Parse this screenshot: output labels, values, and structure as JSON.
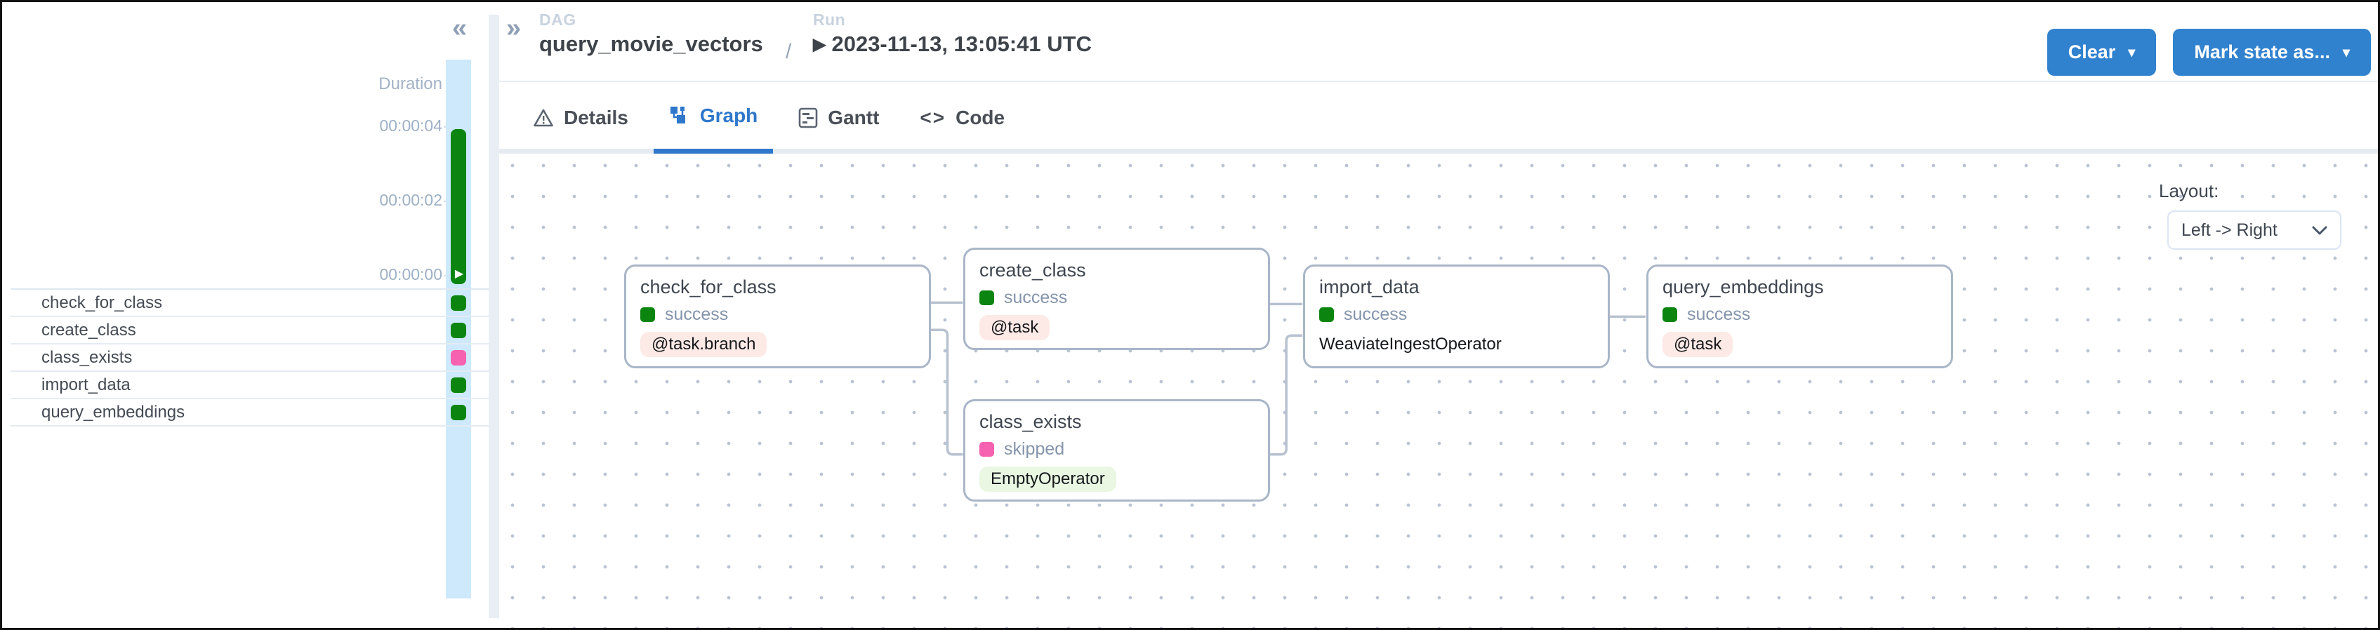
{
  "grid_panel": {
    "collapse_icon": "«",
    "duration": {
      "label": "Duration",
      "ticks": [
        "00:00:04",
        "00:00:02",
        "00:00:00"
      ]
    },
    "run_bar": {
      "status": "success",
      "play_icon": "▶"
    },
    "tasks": [
      {
        "name": "check_for_class",
        "status": "success"
      },
      {
        "name": "create_class",
        "status": "success"
      },
      {
        "name": "class_exists",
        "status": "skipped"
      },
      {
        "name": "import_data",
        "status": "success"
      },
      {
        "name": "query_embeddings",
        "status": "success"
      }
    ]
  },
  "header": {
    "expand_icon": "»",
    "dag_label": "DAG",
    "dag_name": "query_movie_vectors",
    "separator": "/",
    "run_label": "Run",
    "run_type_icon": "▶",
    "run_value": "2023-11-13, 13:05:41 UTC",
    "buttons": [
      {
        "label": "Clear",
        "caret": "▾"
      },
      {
        "label": "Mark state as...",
        "caret": "▾"
      }
    ]
  },
  "tabs": [
    {
      "label": "Details",
      "icon": "warning-triangle",
      "active": false
    },
    {
      "label": "Graph",
      "icon": "graph",
      "active": true
    },
    {
      "label": "Gantt",
      "icon": "gantt",
      "active": false
    },
    {
      "label": "Code",
      "icon": "code",
      "active": false
    }
  ],
  "graph": {
    "layout_control": {
      "label": "Layout:",
      "value": "Left -> Right",
      "chevron": "⌄"
    },
    "nodes": [
      {
        "title": "check_for_class",
        "status": "success",
        "operator": "@task.branch",
        "badge_style": "salmon"
      },
      {
        "title": "create_class",
        "status": "success",
        "operator": "@task",
        "badge_style": "salmon"
      },
      {
        "title": "class_exists",
        "status": "skipped",
        "operator": "EmptyOperator",
        "badge_style": "green"
      },
      {
        "title": "import_data",
        "status": "success",
        "operator": "WeaviateIngestOperator",
        "badge_style": "plain"
      },
      {
        "title": "query_embeddings",
        "status": "success",
        "operator": "@task",
        "badge_style": "salmon"
      }
    ],
    "edges": [
      [
        "check_for_class",
        "create_class"
      ],
      [
        "check_for_class",
        "class_exists"
      ],
      [
        "create_class",
        "import_data"
      ],
      [
        "class_exists",
        "import_data"
      ],
      [
        "import_data",
        "query_embeddings"
      ]
    ]
  },
  "colors": {
    "success": "#0c8510",
    "skipped": "#f661b0",
    "accent_blue": "#3182ce",
    "tab_active_blue": "#2e77cb",
    "badge_salmon_bg": "#fdeae6",
    "badge_green_bg": "#e9f7e3",
    "run_column_blue": "#cde9fb"
  }
}
